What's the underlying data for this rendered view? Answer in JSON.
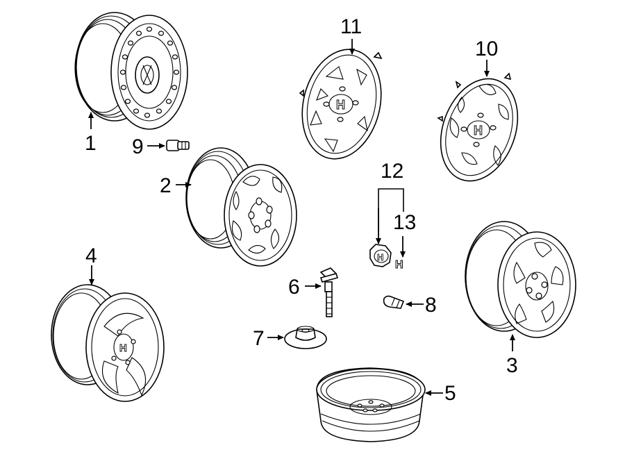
{
  "callouts": {
    "c1": "1",
    "c2": "2",
    "c3": "3",
    "c4": "4",
    "c5": "5",
    "c6": "6",
    "c7": "7",
    "c8": "8",
    "c9": "9",
    "c10": "10",
    "c11": "11",
    "c12": "12",
    "c13": "13"
  },
  "hubcap_logo": "H"
}
